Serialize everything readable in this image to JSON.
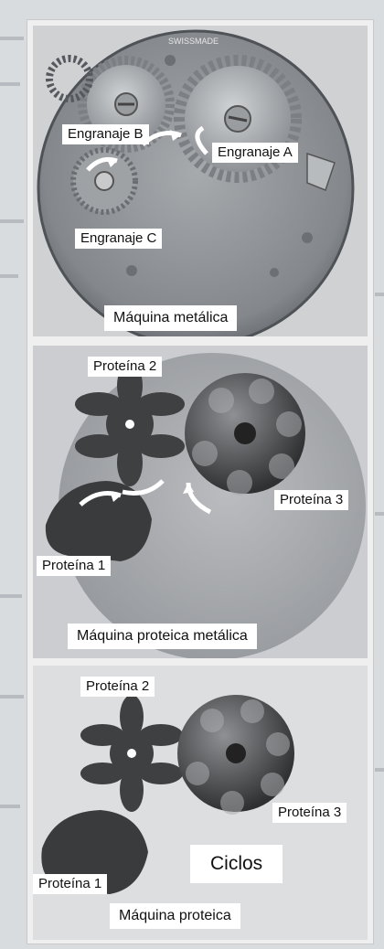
{
  "panels": [
    {
      "caption": "Máquina metálica",
      "labels": {
        "stamp": "SWISSMADE",
        "gear_b": "Engranaje B",
        "gear_a": "Engranaje A",
        "gear_c": "Engranaje C"
      }
    },
    {
      "caption": "Máquina proteica metálica",
      "labels": {
        "protein_2": "Proteína 2",
        "protein_3": "Proteína 3",
        "protein_1": "Proteína 1"
      }
    },
    {
      "caption": "Máquina proteica",
      "labels": {
        "protein_2": "Proteína 2",
        "protein_3": "Proteína 3",
        "protein_1": "Proteína 1",
        "cycles": "Ciclos"
      }
    }
  ],
  "colors": {
    "plate": "#8f9296",
    "plate_dark": "#5e6165",
    "gear": "#b3b6b9",
    "protein": "#4a4b4d",
    "label_bg": "#ffffff"
  }
}
